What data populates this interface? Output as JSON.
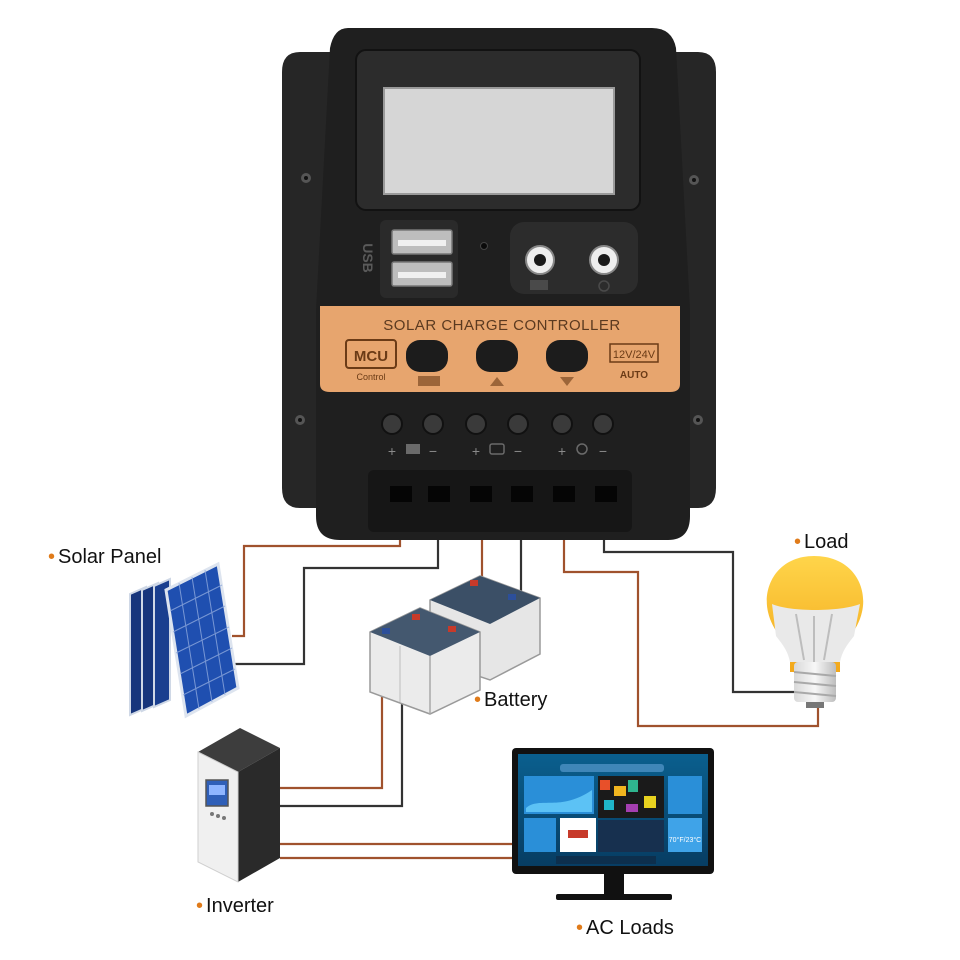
{
  "controller": {
    "title": "SOLAR CHARGE CONTROLLER",
    "usb_label": "USB",
    "mcu_label": "MCU",
    "mcu_sub": "Control",
    "voltage_label": "12V/24V",
    "auto_label": "AUTO",
    "panel_color": "#e7a56e",
    "body_color": "#1f1f1f"
  },
  "components": {
    "solar_panel": "Solar Panel",
    "battery": "Battery",
    "load": "Load",
    "inverter": "Inverter",
    "ac_loads": "AC Loads"
  },
  "monitor": {
    "weather": "70°F/23°C"
  },
  "colors": {
    "bullet": "#e07b1a",
    "wire_positive": "#a0522d",
    "wire_negative": "#333333"
  }
}
